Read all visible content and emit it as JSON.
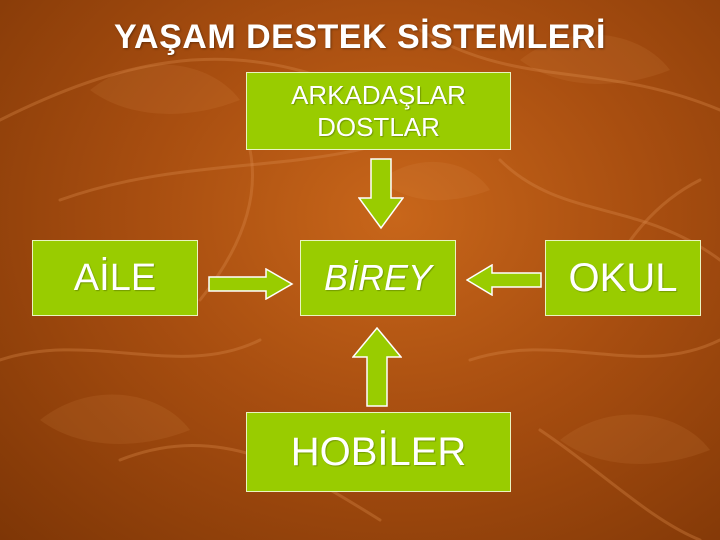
{
  "title": "YAŞAM DESTEK SİSTEMLERİ",
  "nodes": {
    "friends": {
      "line1": "ARKADAŞLAR",
      "line2": "DOSTLAR"
    },
    "family": "AİLE",
    "self": "BİREY",
    "school": "OKUL",
    "hobbies": "HOBİLER"
  },
  "colors": {
    "background": "#a84e10",
    "box_fill": "#99cc00",
    "box_border": "#eaf5c0",
    "text": "#ffffff"
  }
}
